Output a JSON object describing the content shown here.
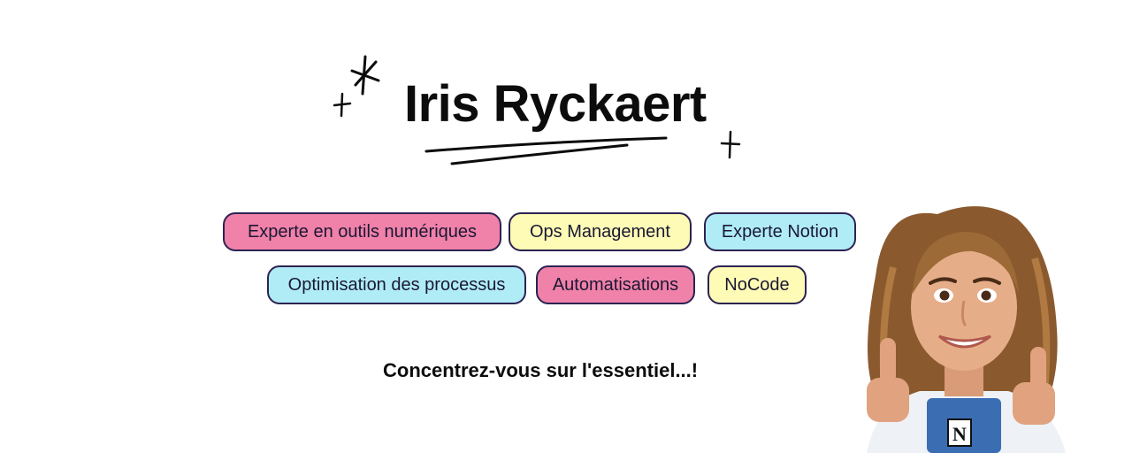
{
  "header": {
    "name": "Iris Ryckaert"
  },
  "tags": [
    {
      "label": "Experte en outils numériques",
      "color": "#f081a9"
    },
    {
      "label": "Ops Management",
      "color": "#fdfbb5"
    },
    {
      "label": "Experte Notion",
      "color": "#b0ecf6"
    },
    {
      "label": "Optimisation des processus",
      "color": "#b0ecf6"
    },
    {
      "label": "Automatisations",
      "color": "#f081a9"
    },
    {
      "label": "NoCode",
      "color": "#fdfbb5"
    }
  ],
  "tagline": "Concentrez-vous sur l'essentiel...!",
  "avatar": {
    "icon": "avatar-thumbs-up-illustration",
    "badge_letter": "N"
  }
}
